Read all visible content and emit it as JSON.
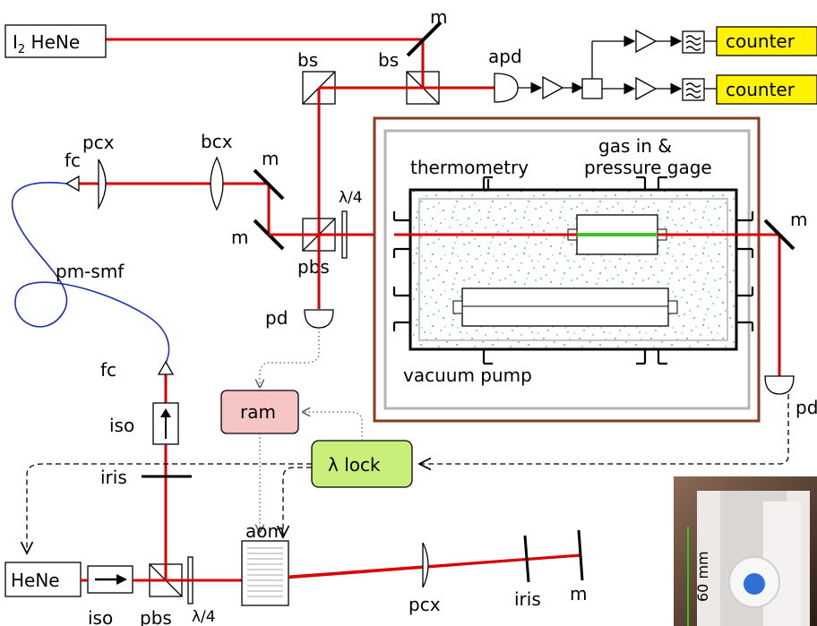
{
  "labels": {
    "i2_hene_main": "I",
    "i2_hene_sub": "2",
    "i2_hene_rest": " HeNe",
    "m_top": "m",
    "bs_left": "bs",
    "bs_right": "bs",
    "apd": "apd",
    "counter1": "counter",
    "counter2": "counter",
    "pcx_top": "pcx",
    "fc_top": "fc",
    "bcx": "bcx",
    "m_upper": "m",
    "m_lower": "m",
    "lambda4_upper": "λ/4",
    "pbs_upper": "pbs",
    "pm_smf": "pm-smf",
    "pd_left": "pd",
    "fc_lower": "fc",
    "iso_upper": "iso",
    "iris_left": "iris",
    "ram": "ram",
    "lambda_lock": "λ lock",
    "thermometry": "thermometry",
    "gas_in": "gas in &",
    "pressure_gage": "pressure gage",
    "vacuum_pump": "vacuum pump",
    "m_right": "m",
    "pd_right": "pd",
    "hene_bottom": "HeNe",
    "iso_bottom": "iso",
    "pbs_bottom": "pbs",
    "lambda4_bottom": "λ/4",
    "aom": "aom",
    "pcx_bottom": "pcx",
    "iris_bottom": "iris",
    "m_bottom": "m",
    "photo_scale": "60 mm"
  },
  "colors": {
    "beam": "#d90000",
    "fiber": "#1f2fb0",
    "chamber_frame": "#8a3a1e",
    "counter_fill": "#fff200",
    "lock_fill": "#c8ef7a",
    "ram_fill": "#f6c6c6",
    "speckle": "#1f8fc4",
    "green_beam": "#3cc21e"
  }
}
